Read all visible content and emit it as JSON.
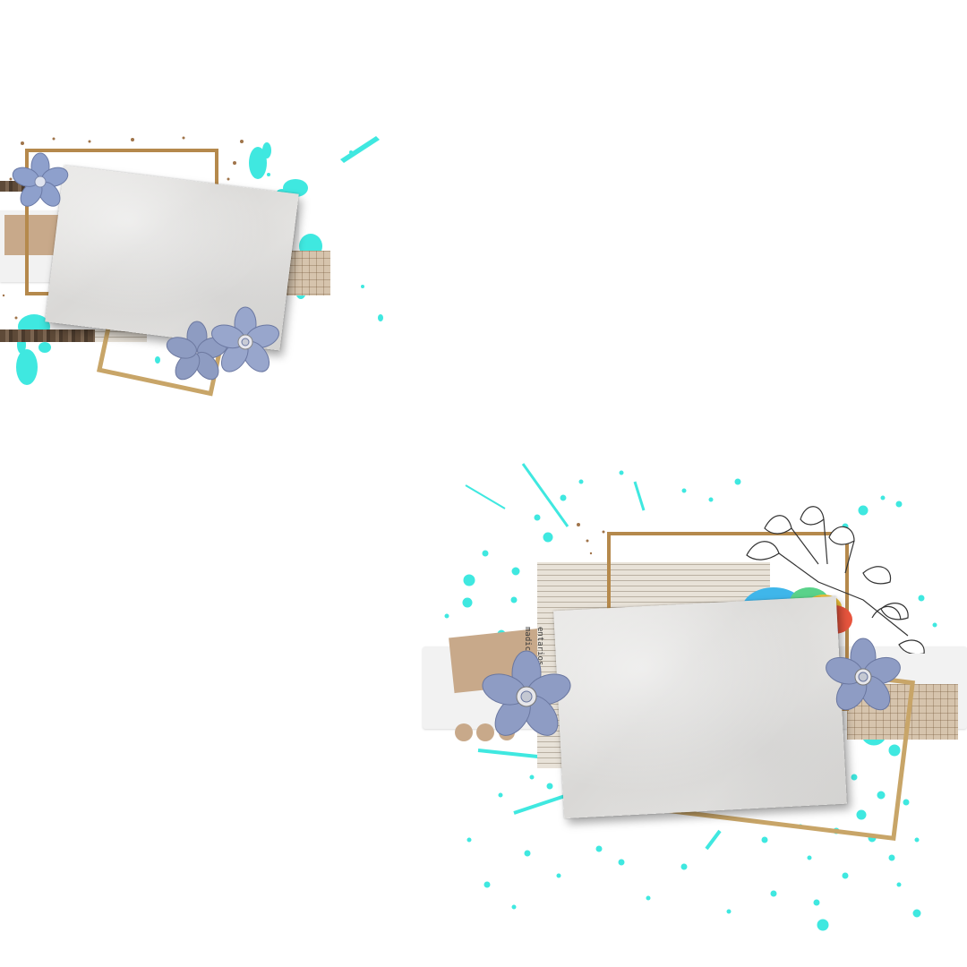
{
  "canvas": {
    "background": "#ffffff"
  },
  "palette": {
    "splatter": "#3fe8e0",
    "gold_frame": "#b5894c",
    "gold_frame_light": "#c8a568",
    "kraft": "#c8a98a",
    "flower_blue": "#8fa0c8",
    "photo_mat": "#dddcda"
  },
  "clusters": {
    "small": {
      "layers": [
        "cyan-splatter",
        "tan-tape",
        "grid-paper-strip",
        "dark-washi-strip",
        "gold-frame",
        "light-gold-frame",
        "photo-mat",
        "blue-flower",
        "blue-flower",
        "blue-flower"
      ]
    },
    "large": {
      "newsprint_words": [
        "madicat",
        "entarios"
      ],
      "layers": [
        "cyan-splatter",
        "white-torn-tape",
        "kraft-tape",
        "grid-paper-strip",
        "newsprint-paper",
        "gold-frame",
        "light-gold-frame",
        "line-art-leaves",
        "rainbow-flower",
        "photo-mat",
        "blue-flower",
        "blue-flower",
        "kraft-dots"
      ]
    }
  }
}
